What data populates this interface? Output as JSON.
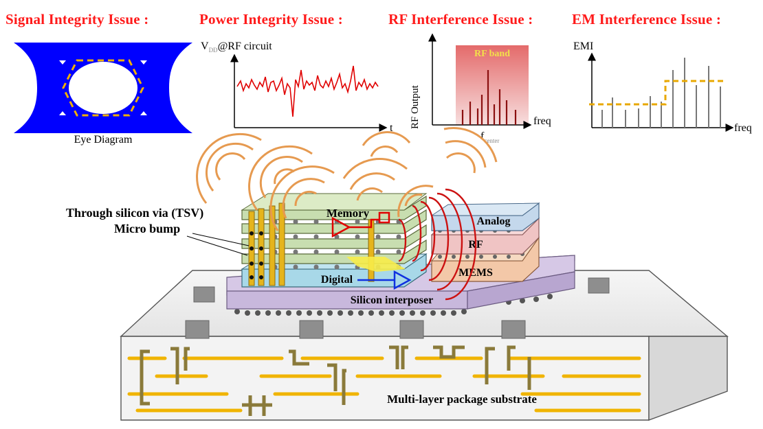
{
  "headers": {
    "signal": "Signal Integrity Issue :",
    "power": "Power Integrity Issue :",
    "rf": "RF Interference Issue :",
    "em": "EM Interference Issue :"
  },
  "eye_diagram": {
    "caption": "Eye Diagram"
  },
  "power_plot": {
    "ylabel_main": "V",
    "ylabel_sub": "DD",
    "ylabel_rest": "@RF circuit",
    "xlabel": "t"
  },
  "rf_plot": {
    "ylabel": "RF Output",
    "band_label": "RF band",
    "xlabel": "freq",
    "center_main": "f",
    "center_sub": "center"
  },
  "emi_plot": {
    "ylabel": "EMI",
    "xlabel": "freq"
  },
  "package": {
    "tsv_label": "Through silicon via (TSV)",
    "bump_label": "Micro bump",
    "memory": "Memory",
    "digital": "Digital",
    "analog": "Analog",
    "rf": "RF",
    "mems": "MEMS",
    "interposer": "Silicon interposer",
    "substrate": "Multi-layer package substrate"
  },
  "colors": {
    "header_red": "#ff1a1a",
    "eye_blue": "#0000ff",
    "eye_dash": "#f0b000",
    "noise_red": "#e00000",
    "rf_band": "#d94a4a",
    "emi_dash": "#e8a800",
    "wave_orange": "#e69a50",
    "wave_red": "#cc1111",
    "tsv_gold": "#e5b41c",
    "trace_gold": "#f0b400",
    "trace_olive": "#8a7a3a",
    "interposer": "#c8b8dc",
    "substrate": "#f2f2f2"
  }
}
